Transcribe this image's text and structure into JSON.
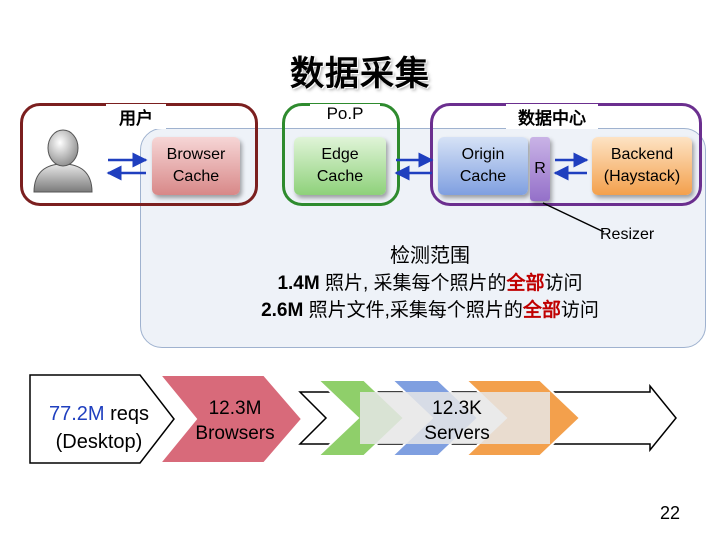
{
  "title": "数据采集",
  "groups": {
    "user": "用户",
    "pop": "Po.P",
    "datacenter": "数据中心"
  },
  "nodes": {
    "browser_cache": [
      "Browser",
      "Cache"
    ],
    "edge_cache": [
      "Edge",
      "Cache"
    ],
    "origin_cache": [
      "Origin",
      "Cache"
    ],
    "resizer_short": "R",
    "backend": [
      "Backend",
      "(Haystack)"
    ]
  },
  "resizer_label": "Resizer",
  "scope": {
    "heading": "检测范围",
    "line1": {
      "value": "1.4M",
      "text": " 照片, 采集每个照片的",
      "highlight": "全部",
      "tail": "访问"
    },
    "line2": {
      "value": "2.6M",
      "text": " 照片文件,采集每个照片的",
      "highlight": "全部",
      "tail": "访问"
    }
  },
  "stats": {
    "desktop": {
      "value": "77.2M",
      "unit": " reqs",
      "sub": "(Desktop)"
    },
    "browsers": {
      "value": "12.3M",
      "sub": "Browsers"
    },
    "servers": {
      "value": "12.3K",
      "sub": "Servers"
    }
  },
  "colors": {
    "user_border": "#7b1f1f",
    "pop_border": "#2e8b2e",
    "dc_border": "#6b2f8f",
    "arrow_blue": "#1f3fbf",
    "highlight": "#c00000"
  },
  "page_number": "22"
}
